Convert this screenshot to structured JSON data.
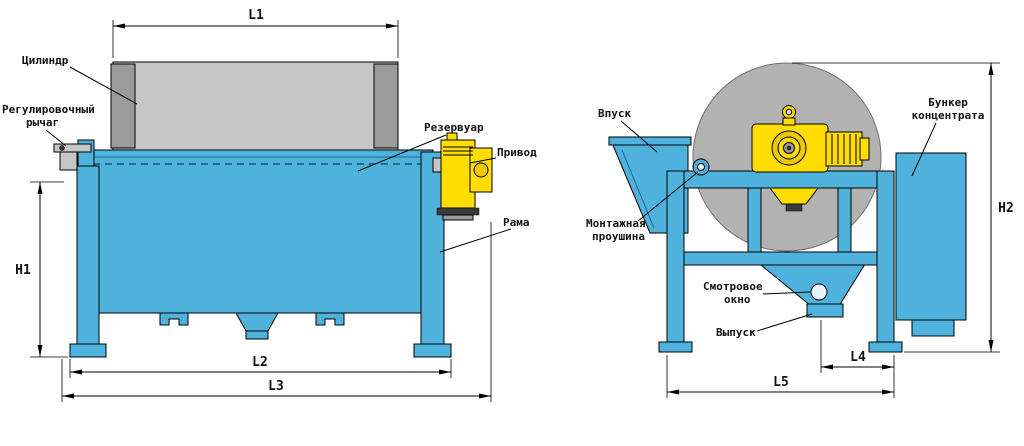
{
  "left_view": {
    "labels": {
      "cylinder": "Цилиндр",
      "lever_line1": "Регулировочный",
      "lever_line2": "рычаг",
      "reservoir": "Резервуар",
      "drive": "Привод",
      "frame": "Рама"
    },
    "dims": {
      "l1": "L1",
      "h1": "H1",
      "l2": "L2",
      "l3": "L3"
    }
  },
  "right_view": {
    "labels": {
      "inlet": "Впуск",
      "lug_line1": "Монтажная",
      "lug_line2": "проушина",
      "window_line1": "Смотровое",
      "window_line2": "окно",
      "outlet": "Выпуск",
      "hopper_line1": "Бункер",
      "hopper_line2": "концентрата"
    },
    "dims": {
      "h2": "H2",
      "l4": "L4",
      "l5": "L5"
    }
  },
  "colors": {
    "blue": "#4FB2DC",
    "drum": "#C6C6C6",
    "cap": "#9B9B9B",
    "disc": "#B2B2B2",
    "yellow": "#FFDD00"
  }
}
